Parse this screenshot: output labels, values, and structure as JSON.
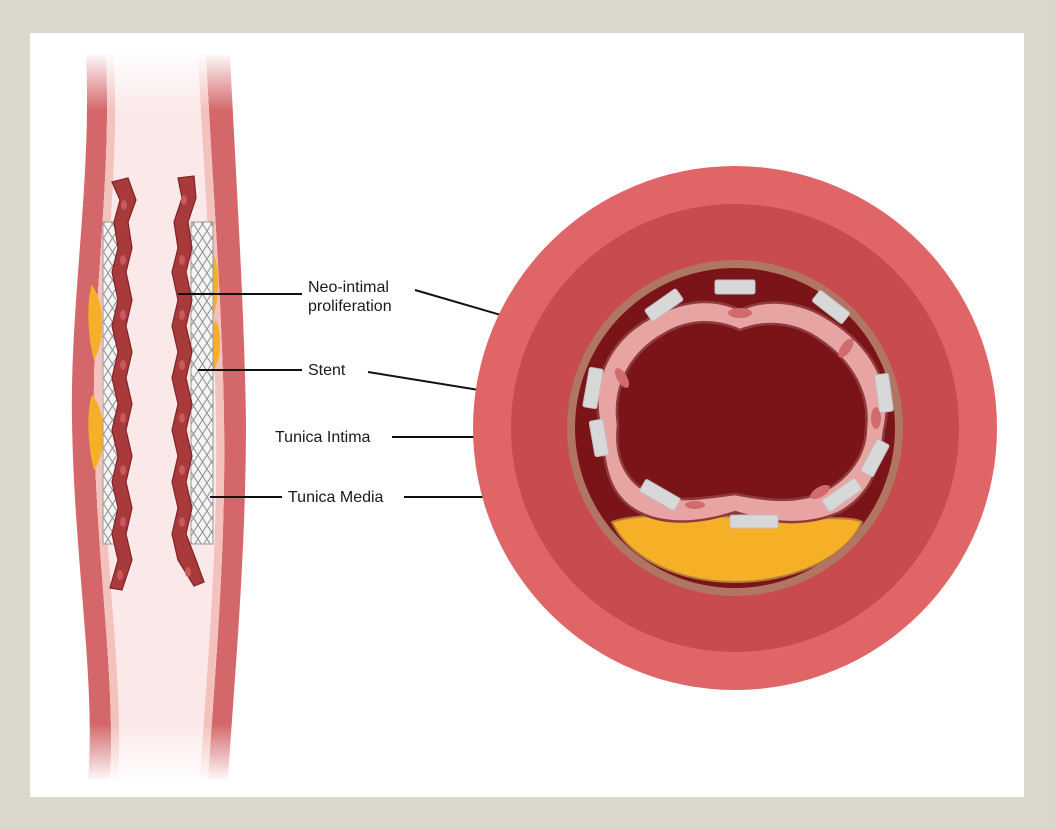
{
  "labels": {
    "neo_intimal_line1": "Neo-intimal",
    "neo_intimal_line2": "proliferation",
    "stent": "Stent",
    "tunica_intima": "Tunica Intima",
    "tunica_media": "Tunica Media"
  },
  "colors": {
    "background": "#dcd7cd",
    "panel": "#ffffff",
    "adventitia": "#e06566",
    "media": "#c84b4e",
    "intima": "#b07563",
    "lumen": "#7a1418",
    "neointima": "#e8a3a3",
    "stent_strut": "#d8d8d8",
    "plaque": "#f6b027",
    "smooth_muscle_cell": "#a93a3c"
  }
}
